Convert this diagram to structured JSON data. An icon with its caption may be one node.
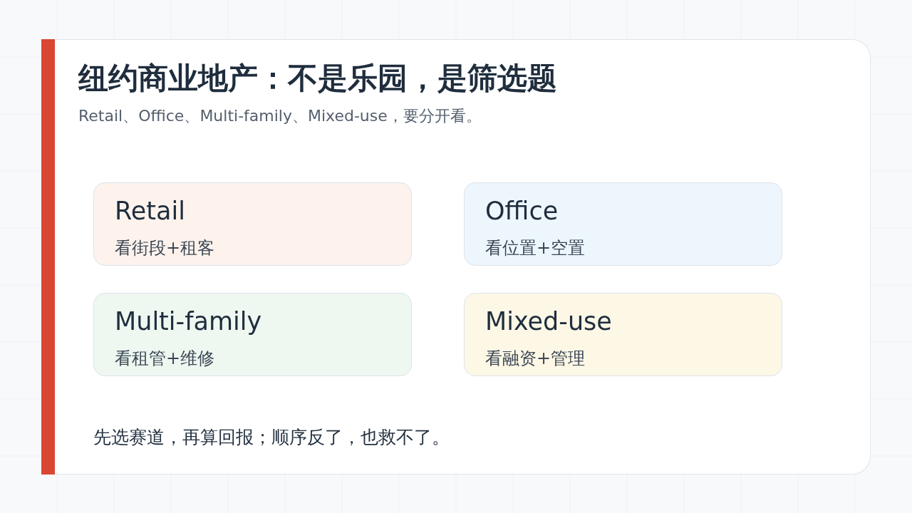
{
  "diagram": {
    "title": "纽约商业地产：不是乐园，是筛选题",
    "nodes": [
      {
        "text": [
          "Retail",
          "看街段+租客"
        ]
      },
      {
        "text": [
          "Office",
          "看位置+空置"
        ]
      },
      {
        "text": [
          "Multi-family",
          "看租管+维修"
        ]
      },
      {
        "text": [
          "Mixed-use",
          "看融资+管理"
        ]
      }
    ],
    "labels": [
      "Retail、Office、Multi-family、Mixed-use，要分开看。",
      "先选赛道，再算回报；顺序反了，也救不了。"
    ]
  }
}
